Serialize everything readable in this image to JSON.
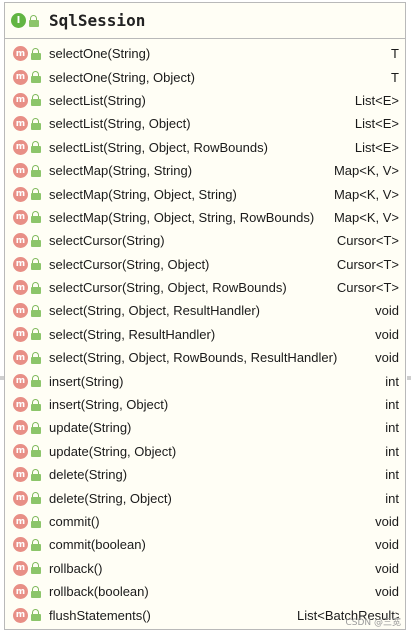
{
  "class": {
    "name": "SqlSession",
    "kind_icon": "interface-icon",
    "kind_letter": "I"
  },
  "method_icon_letter": "m",
  "methods": [
    {
      "sig": "selectOne(String)",
      "ret": "T"
    },
    {
      "sig": "selectOne(String, Object)",
      "ret": "T"
    },
    {
      "sig": "selectList(String)",
      "ret": "List<E>"
    },
    {
      "sig": "selectList(String, Object)",
      "ret": "List<E>"
    },
    {
      "sig": "selectList(String, Object, RowBounds)",
      "ret": "List<E>"
    },
    {
      "sig": "selectMap(String, String)",
      "ret": "Map<K, V>"
    },
    {
      "sig": "selectMap(String, Object, String)",
      "ret": "Map<K, V>"
    },
    {
      "sig": "selectMap(String, Object, String, RowBounds)",
      "ret": "Map<K, V>"
    },
    {
      "sig": "selectCursor(String)",
      "ret": "Cursor<T>"
    },
    {
      "sig": "selectCursor(String, Object)",
      "ret": "Cursor<T>"
    },
    {
      "sig": "selectCursor(String, Object, RowBounds)",
      "ret": "Cursor<T>"
    },
    {
      "sig": "select(String, Object, ResultHandler)",
      "ret": "void"
    },
    {
      "sig": "select(String, ResultHandler)",
      "ret": "void"
    },
    {
      "sig": "select(String, Object, RowBounds, ResultHandler)",
      "ret": "void"
    },
    {
      "sig": "insert(String)",
      "ret": "int"
    },
    {
      "sig": "insert(String, Object)",
      "ret": "int"
    },
    {
      "sig": "update(String)",
      "ret": "int"
    },
    {
      "sig": "update(String, Object)",
      "ret": "int"
    },
    {
      "sig": "delete(String)",
      "ret": "int"
    },
    {
      "sig": "delete(String, Object)",
      "ret": "int"
    },
    {
      "sig": "commit()",
      "ret": "void"
    },
    {
      "sig": "commit(boolean)",
      "ret": "void"
    },
    {
      "sig": "rollback()",
      "ret": "void"
    },
    {
      "sig": "rollback(boolean)",
      "ret": "void"
    },
    {
      "sig": "flushStatements()",
      "ret": "List<BatchResult>"
    }
  ],
  "colors": {
    "interface_icon": "#62b543",
    "method_icon": "#e88f86",
    "lock": "#8cc56a",
    "panel_bg": "#fffef5",
    "border": "#b9b9b9"
  },
  "watermark": "CSDN @三宽"
}
